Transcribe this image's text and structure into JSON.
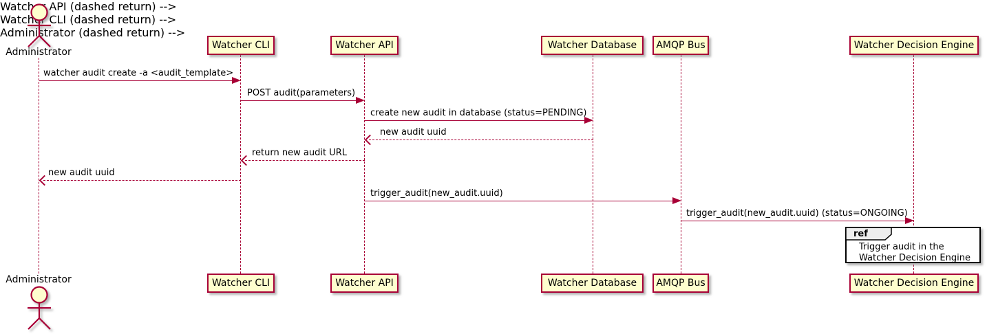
{
  "diagram": {
    "type": "sequence",
    "actor_name": "Administrator",
    "participants": [
      {
        "label": "Watcher CLI"
      },
      {
        "label": "Watcher API"
      },
      {
        "label": "Watcher Database"
      },
      {
        "label": "AMQP Bus"
      },
      {
        "label": "Watcher Decision Engine"
      }
    ],
    "messages": [
      {
        "label": "watcher audit create -a <audit_template>",
        "from": "Administrator",
        "to": "Watcher CLI",
        "line": "solid"
      },
      {
        "label": "POST audit(parameters)",
        "from": "Watcher CLI",
        "to": "Watcher API",
        "line": "solid"
      },
      {
        "label": "create new audit in database (status=PENDING)",
        "from": "Watcher API",
        "to": "Watcher Database",
        "line": "solid"
      },
      {
        "label": "new audit uuid",
        "from": "Watcher Database",
        "to": "Watcher API",
        "line": "dashed"
      },
      {
        "label": "return new audit URL",
        "from": "Watcher API",
        "to": "Watcher CLI",
        "line": "dashed"
      },
      {
        "label": "new audit uuid",
        "from": "Watcher CLI",
        "to": "Administrator",
        "line": "dashed"
      },
      {
        "label": "trigger_audit(new_audit.uuid)",
        "from": "Watcher API",
        "to": "AMQP Bus",
        "line": "solid"
      },
      {
        "label": "trigger_audit(new_audit.uuid) (status=ONGOING)",
        "from": "AMQP Bus",
        "to": "Watcher Decision Engine",
        "line": "solid"
      }
    ],
    "ref": {
      "keyword": "ref",
      "line1": "Trigger audit in the",
      "line2": "Watcher Decision Engine"
    },
    "colors": {
      "participant_fill": "#FEFECE",
      "stroke": "#A80036",
      "text": "#000000",
      "ref_header_fill": "#EEEEEE",
      "ref_border": "#000000",
      "background": "#FFFFFF"
    }
  }
}
